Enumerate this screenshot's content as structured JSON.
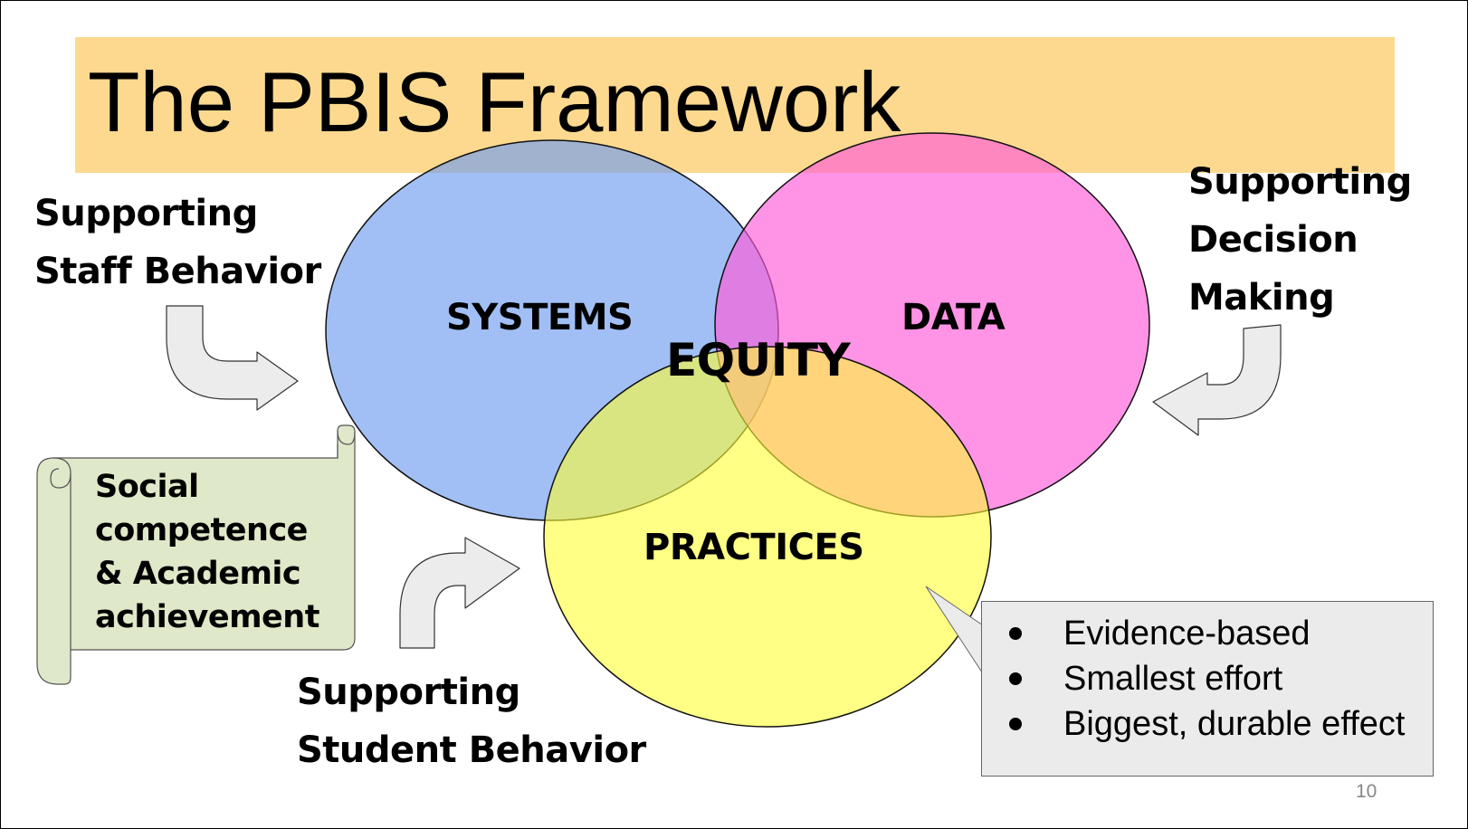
{
  "slide": {
    "title": "The PBIS Framework",
    "page_number": "10"
  },
  "circles": {
    "systems": "SYSTEMS",
    "data": "DATA",
    "practices": "PRACTICES",
    "center": "EQUITY"
  },
  "supports": {
    "staff": [
      "Supporting",
      "Staff Behavior"
    ],
    "decision": [
      "Supporting",
      "Decision",
      "Making"
    ],
    "student": [
      "Supporting",
      "Student Behavior"
    ]
  },
  "outcome": [
    "Social",
    "competence",
    "& Academic",
    "achievement"
  ],
  "practices_callout": {
    "bullets": [
      "Evidence-based",
      "Smallest effort",
      "Biggest, durable effect"
    ]
  },
  "colors": {
    "title_band": "#fcd98f",
    "systems_circle": "#6f9cf0",
    "data_circle": "#ff5ad8",
    "practices_circle": "#ffff33",
    "outcome_scroll": "#dfe8c9",
    "arrow_fill": "#ececec",
    "callout_fill": "#ebebeb"
  }
}
